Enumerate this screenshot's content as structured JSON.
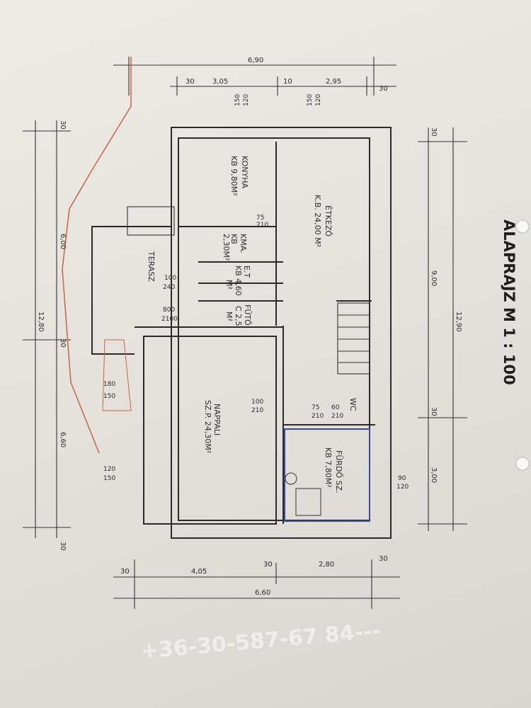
{
  "title": "ALAPRAJZ M 1 : 100",
  "watermark": "+36-30-587-67 84---",
  "rooms": {
    "konyha": {
      "name": "KONYHA",
      "area": "KB 9,80M²"
    },
    "etkezo": {
      "name": "ÉTKEZŐ",
      "area": "K.B. 24,00 M²"
    },
    "kamra": {
      "name": "KMA.",
      "area_a": "KB",
      "area_b": "2,30M²"
    },
    "eloter": {
      "name": "E.T",
      "area_a": "KB 4,60",
      "area_b": "M²"
    },
    "futo": {
      "name": "FŰTŐ",
      "area_a": "C 2,5",
      "area_b": "M²"
    },
    "terasz": {
      "name": "TERASZ"
    },
    "nappali": {
      "name": "NAPPALI",
      "area": "SZ.P. 24,30M²"
    },
    "furdo": {
      "name": "FÜRDŐ SZ.",
      "area": "KB 7,80M²"
    },
    "wc": {
      "name": "WC"
    }
  },
  "dimensions": {
    "top_total": "6,90",
    "top": [
      "30",
      "3,05",
      "10",
      "2,95",
      "30"
    ],
    "left_total": "12,80",
    "left": [
      "30",
      "6,00",
      "30",
      "6,60",
      "30"
    ],
    "right_total": "12,90",
    "right": [
      "30",
      "9,00",
      "30",
      "3,00"
    ],
    "bottom": [
      "30",
      "4,05",
      "30",
      "2,80",
      "30"
    ],
    "bottom_total": "6,60"
  },
  "openings": {
    "konyha_window": [
      "150",
      "120"
    ],
    "etkezo_window": [
      "150",
      "120"
    ],
    "kamra_door": [
      "75",
      "210"
    ],
    "terasz_door": [
      "100",
      "240"
    ],
    "futo_door": [
      "800",
      "2100"
    ],
    "terasz_window": [
      "180",
      "150"
    ],
    "nappali_window": [
      "120",
      "150"
    ],
    "nappali_door": [
      "100",
      "210"
    ],
    "furdo_door": [
      "75",
      "210"
    ],
    "wc_door": [
      "60",
      "210"
    ],
    "furdo_window": [
      "90",
      "120"
    ]
  }
}
